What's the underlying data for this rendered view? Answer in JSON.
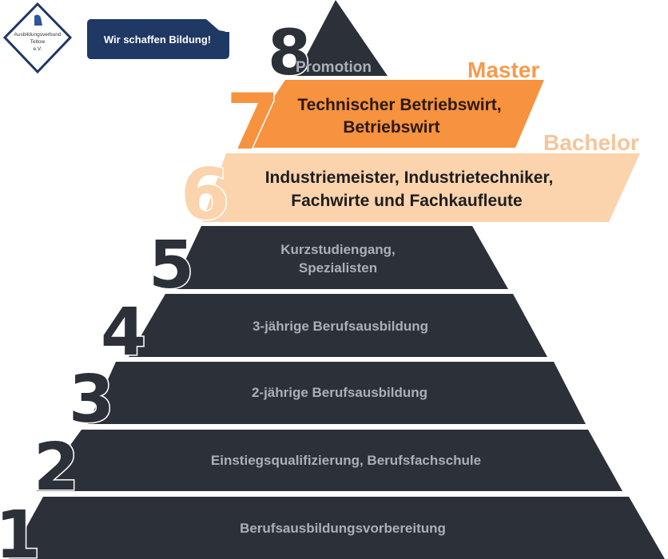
{
  "logo": {
    "name_line1": "Ausbildungsverbund",
    "name_line2": "Teltow",
    "name_line3": "e.V."
  },
  "slogan": "Wir schaffen Bildung!",
  "colors": {
    "dark": "#2b3039",
    "dark_text": "#aab0b8",
    "orange": "#f7923f",
    "peach": "#fbd3ad",
    "peach_title": "#f5c59a",
    "orange_title": "#f59a4e",
    "navy": "#1f3864"
  },
  "levels": [
    {
      "number": "1",
      "lines": [
        "Berufsausbildungsvorbereitung"
      ]
    },
    {
      "number": "2",
      "lines": [
        "Einstiegsqualifizierung, Berufsfachschule"
      ]
    },
    {
      "number": "3",
      "lines": [
        "2-jährige Berufsausbildung"
      ]
    },
    {
      "number": "4",
      "lines": [
        "3-jährige Berufsausbildung"
      ]
    },
    {
      "number": "5",
      "lines": [
        "Kurzstudiengang,",
        "Spezialisten"
      ]
    },
    {
      "number": "6",
      "title": "Bachelor",
      "lines": [
        "Industriemeister, Industrietechniker,",
        "Fachwirte und Fachkaufleute"
      ]
    },
    {
      "number": "7",
      "title": "Master",
      "lines": [
        "Technischer Betriebswirt,",
        "Betriebswirt"
      ]
    },
    {
      "number": "8",
      "lines": [
        "Promotion"
      ]
    }
  ]
}
